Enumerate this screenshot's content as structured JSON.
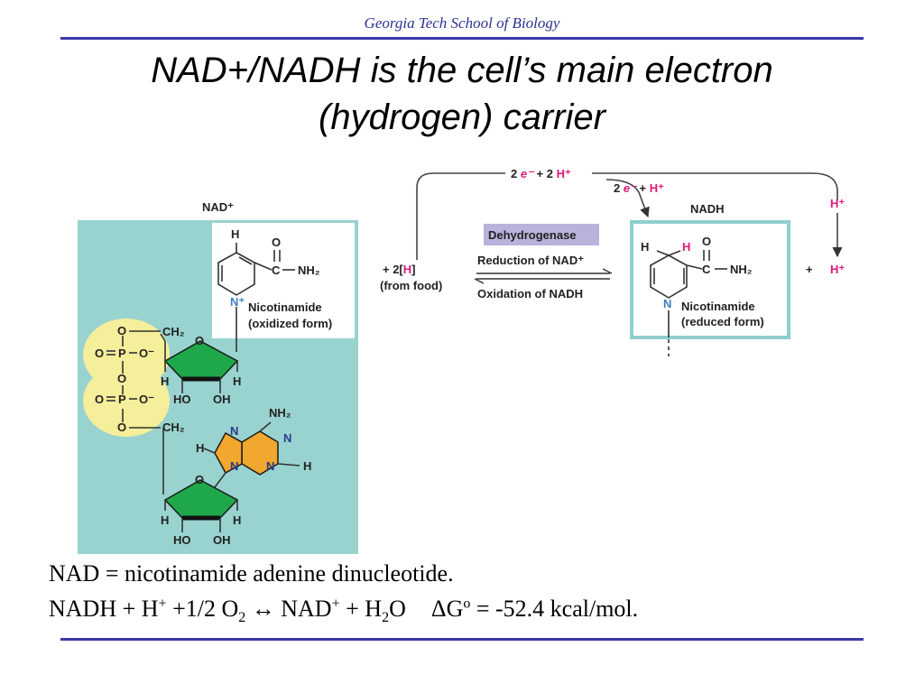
{
  "header": {
    "org": "Georgia Tech School of Biology"
  },
  "title": {
    "line1": "NAD+/NADH is the cell’s main electron",
    "line2": "(hydrogen) carrier"
  },
  "colors": {
    "accent": "#3a3aa8",
    "panel": "#99d3cf",
    "phosphate": "#f5ee9a",
    "ribose": "#1fa84a",
    "adenine": "#f2a72e",
    "magenta": "#e0187a",
    "enzyme_box": "#b9b2db",
    "frame": "#8fcfcd"
  },
  "diagram": {
    "nad_label": "NAD⁺",
    "nadh_label": "NADH",
    "top_arrow": {
      "n": "2 ",
      "e": "e⁻",
      "plus": " + 2 ",
      "h": "H⁺"
    },
    "mid_arrow": {
      "n": "2 ",
      "e": "e⁻",
      "plus": " + ",
      "h": "H⁺"
    },
    "right_h": "H⁺",
    "plus_h_prefix": "+",
    "plus_h": "H⁺",
    "food": {
      "prefix": "+  2[",
      "h": "H",
      "suffix": "]",
      "line2": "(from food)"
    },
    "enzyme": "Dehydrogenase",
    "reduction": "Reduction of NAD⁺",
    "oxidation": "Oxidation of NADH",
    "ox": {
      "H": "H",
      "O": "O",
      "C": "C",
      "NH2": "NH₂",
      "N": "N⁺",
      "name1": "Nicotinamide",
      "name2": "(oxidized form)"
    },
    "red": {
      "H": "H",
      "Hm": "H",
      "O": "O",
      "C": "C",
      "NH2": "NH₂",
      "N": "N",
      "name1": "Nicotinamide",
      "name2": "(reduced form)"
    },
    "sugar1": {
      "CH2": "CH₂",
      "O": "O",
      "H1": "H",
      "H2": "H",
      "HO": "HO",
      "OH": "OH"
    },
    "sugar2": {
      "CH2": "CH₂",
      "O": "O",
      "H1": "H",
      "H2": "H",
      "HO": "HO",
      "OH": "OH"
    },
    "phosphate": {
      "O": "O",
      "P": "P",
      "Om": "O⁻"
    },
    "adenine": {
      "NH2": "NH₂",
      "N": "N",
      "H": "H"
    }
  },
  "caption": {
    "line1": "NAD = nicotinamide adenine dinucleotide.",
    "eq_a": "NADH + H",
    "eq_b": "+",
    "eq_c": " +1/2 O",
    "eq_d": "2",
    "eq_e": " ↔ NAD",
    "eq_f": "+",
    "eq_g": " + H",
    "eq_h": "2",
    "eq_i": "O",
    "dg_a": "ΔG",
    "dg_b": "o",
    "dg_c": " = -52.4 kcal/mol."
  }
}
